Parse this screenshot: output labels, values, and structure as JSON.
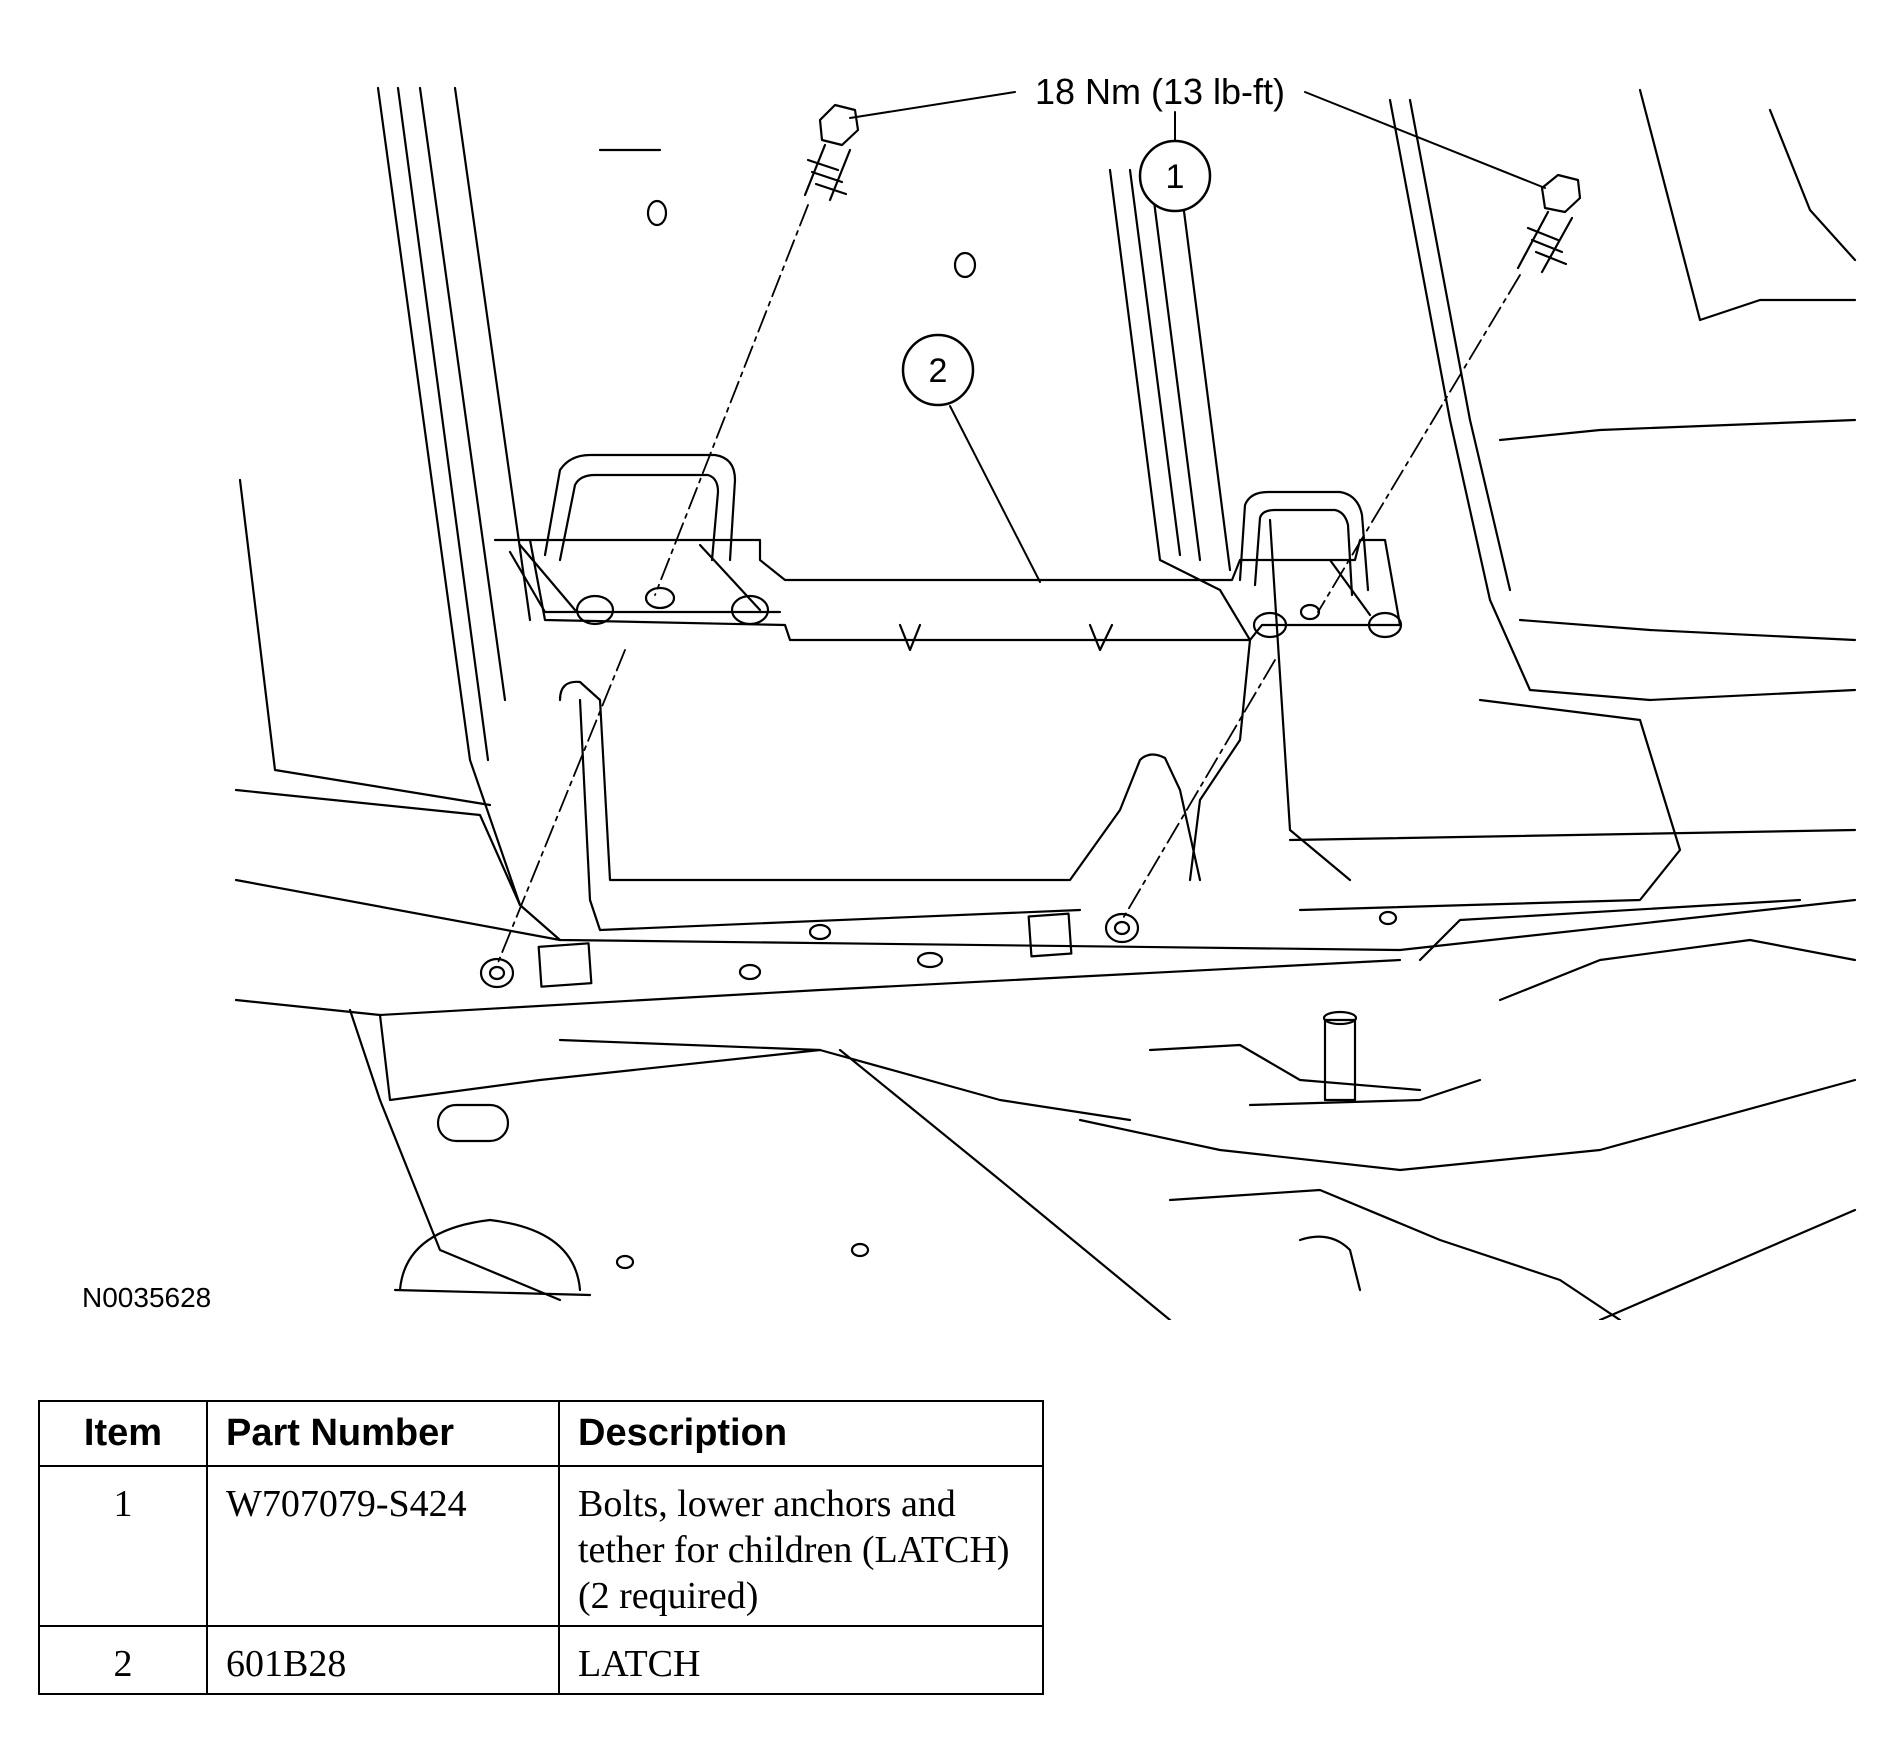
{
  "figure": {
    "torque_callout": "18 Nm (13 lb-ft)",
    "callouts": [
      "1",
      "2"
    ],
    "figure_id": "N0035628"
  },
  "table": {
    "headers": [
      "Item",
      "Part Number",
      "Description"
    ],
    "rows": [
      {
        "item": "1",
        "part_number": "W707079-S424",
        "description": [
          "Bolts, lower anchors and",
          "tether for children (LATCH)",
          "(2 required)"
        ]
      },
      {
        "item": "2",
        "part_number": "601B28",
        "description": [
          "LATCH"
        ]
      }
    ]
  }
}
